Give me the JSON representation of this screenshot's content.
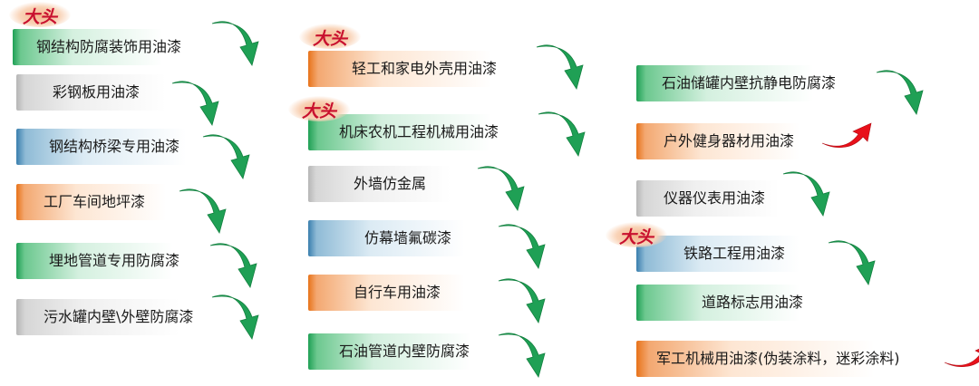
{
  "badge_text": "大头",
  "colors": {
    "green": "#1fa055",
    "orange": "#e8731a",
    "blue": "#3a7fae",
    "gray": "#b6b6b6",
    "red_arrow": "#e8101a"
  },
  "col1": [
    {
      "text": "钢结构防腐装饰用油漆",
      "color": "green",
      "badge": true,
      "arrow": "green-down"
    },
    {
      "text": "彩钢板用油漆",
      "color": "gray",
      "badge": false,
      "arrow": "green-down"
    },
    {
      "text": "钢结构桥梁专用油漆",
      "color": "blue",
      "badge": false,
      "arrow": "green-down"
    },
    {
      "text": "工厂车间地坪漆",
      "color": "orange",
      "badge": false,
      "arrow": "green-down"
    },
    {
      "text": "埋地管道专用防腐漆",
      "color": "green",
      "badge": false,
      "arrow": "green-down"
    },
    {
      "text": "污水罐内壁\\外壁防腐漆",
      "color": "gray",
      "badge": false,
      "arrow": "green-down"
    }
  ],
  "col2": [
    {
      "text": "轻工和家电外壳用油漆",
      "color": "orange",
      "badge": true,
      "arrow": "green-down"
    },
    {
      "text": "机床农机工程机械用油漆",
      "color": "green",
      "badge": true,
      "arrow": "green-down"
    },
    {
      "text": "外墙仿金属",
      "color": "gray",
      "badge": false,
      "arrow": "green-down"
    },
    {
      "text": "仿幕墙氟碳漆",
      "color": "blue",
      "badge": false,
      "arrow": "green-down"
    },
    {
      "text": "自行车用油漆",
      "color": "orange",
      "badge": false,
      "arrow": "green-down"
    },
    {
      "text": "石油管道内壁防腐漆",
      "color": "green",
      "badge": false,
      "arrow": "green-down"
    }
  ],
  "col3": [
    {
      "text": "石油储罐内壁抗静电防腐漆",
      "color": "green",
      "badge": false,
      "arrow": "green-down"
    },
    {
      "text": "户外健身器材用油漆",
      "color": "orange",
      "badge": false,
      "arrow": "red-up"
    },
    {
      "text": "仪器仪表用油漆",
      "color": "gray",
      "badge": false,
      "arrow": "green-down"
    },
    {
      "text": "铁路工程用油漆",
      "color": "blue",
      "badge": true,
      "arrow": "green-down"
    },
    {
      "text": "道路标志用油漆",
      "color": "green",
      "badge": false,
      "arrow": "none"
    },
    {
      "text": "军工机械用油漆(伪装涂料，迷彩涂料)",
      "color": "orange",
      "badge": false,
      "arrow": "red-up"
    }
  ]
}
